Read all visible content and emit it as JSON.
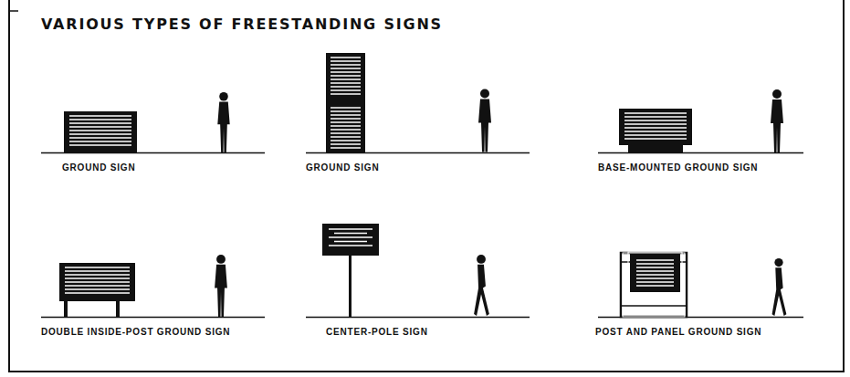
{
  "diagram": {
    "title": "VARIOUS TYPES OF FREESTANDING SIGNS",
    "labels": [
      "GROUND SIGN",
      "GROUND SIGN",
      "BASE-MOUNTED GROUND SIGN",
      "DOUBLE INSIDE-POST GROUND SIGN",
      "CENTER-POLE SIGN",
      "POST AND PANEL GROUND SIGN"
    ]
  }
}
